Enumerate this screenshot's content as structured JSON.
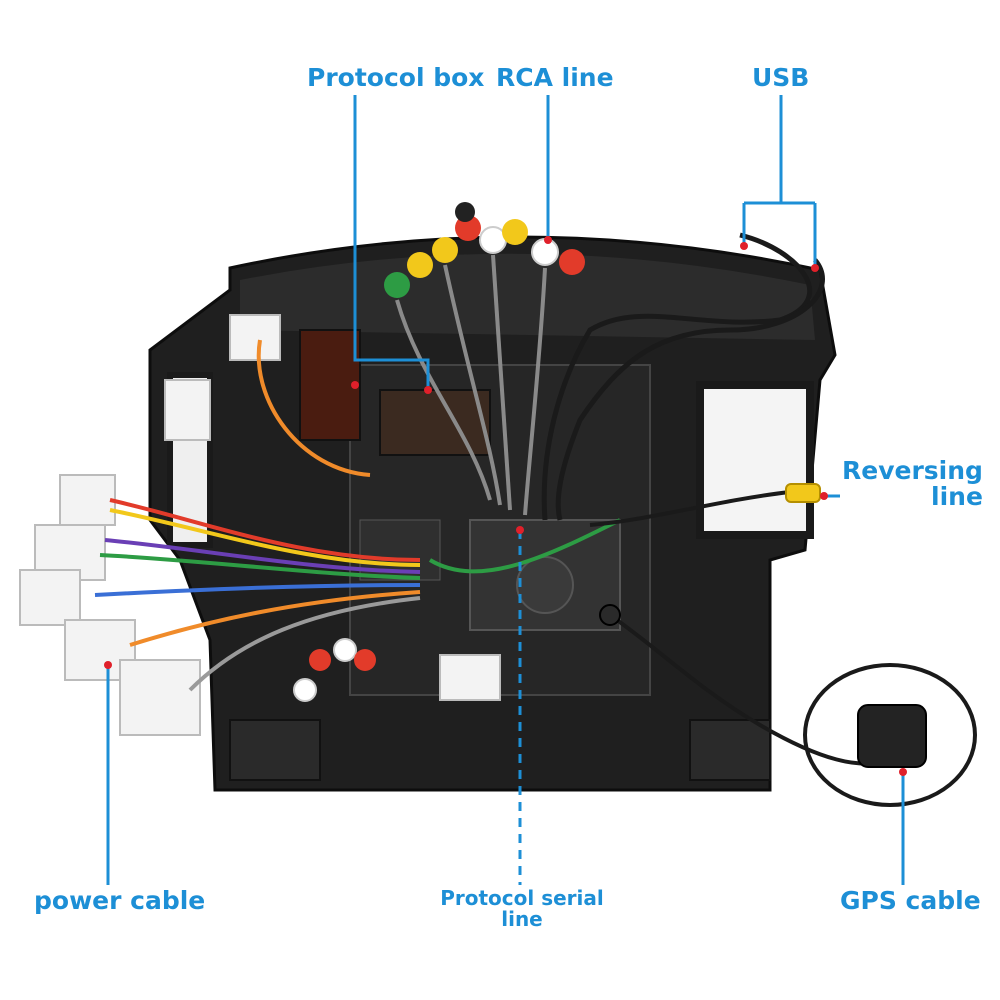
{
  "labels": {
    "protocol_box": "Protocol box",
    "rca_line": "RCA line",
    "usb": "USB",
    "reversing_line_1": "Reversing",
    "reversing_line_2": "line",
    "power_cable": "power cable",
    "protocol_serial_line_1": "Protocol serial",
    "protocol_serial_line_2": "line",
    "gps_cable": "GPS cable"
  },
  "colors": {
    "accent": "#1d8fd6",
    "marker": "#e0202a",
    "frame": "#2a2a2a"
  }
}
